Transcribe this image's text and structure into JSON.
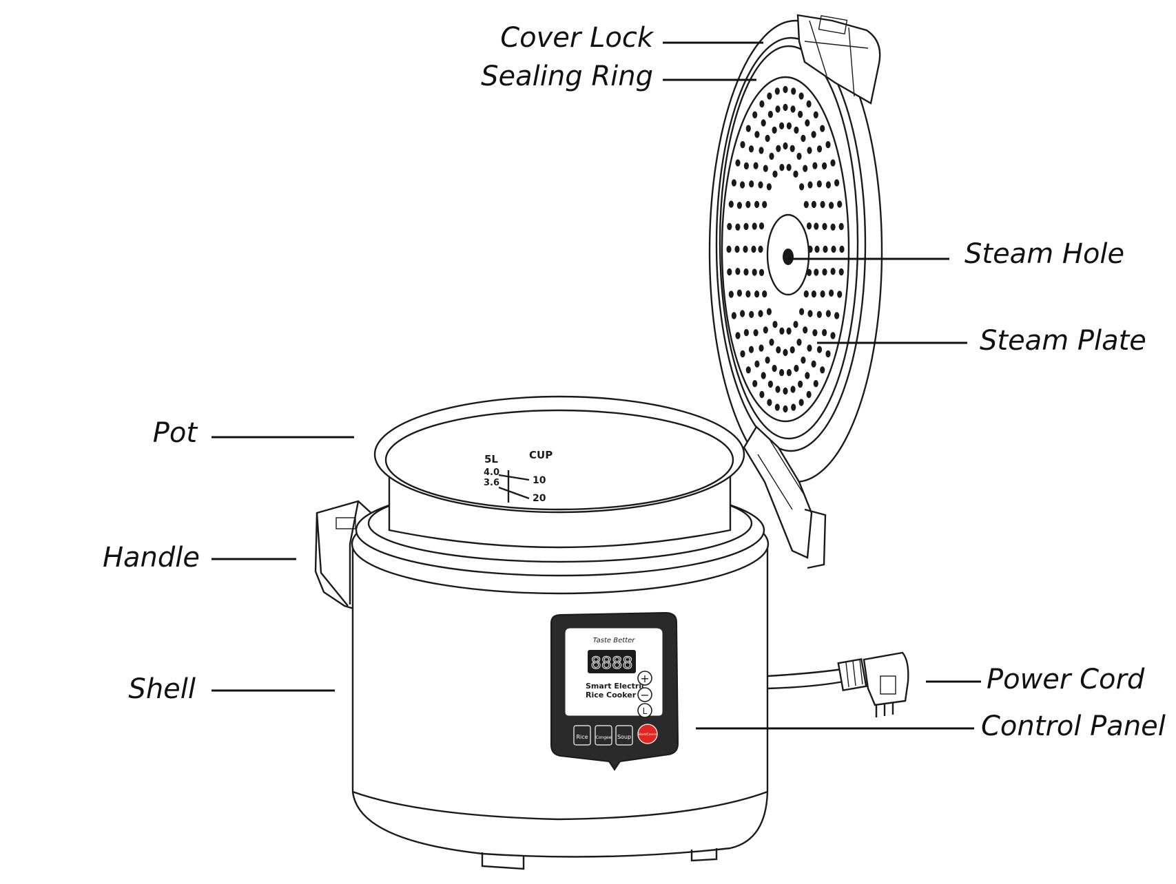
{
  "labels": {
    "cover_lock": "Cover Lock",
    "sealing_ring": "Sealing Ring",
    "steam_hole": "Steam Hole",
    "steam_plate": "Steam Plate",
    "pot": "Pot",
    "handle": "Handle",
    "shell": "Shell",
    "power_cord": "Power Cord",
    "control_panel": "Control Panel"
  },
  "pot_scale": {
    "left_header": "5L",
    "right_header": "CUP",
    "left_marks": [
      "4.0",
      "3.6"
    ],
    "right_marks": [
      "10",
      "20"
    ]
  },
  "panel": {
    "brand": "Taste Better",
    "display": "8888",
    "product_line1": "Smart Electric",
    "product_line2": "Rice Cooker",
    "plus": "+",
    "minus": "−",
    "timer": "L",
    "buttons": [
      "Rice",
      "Congee",
      "Soup"
    ],
    "start_label": "Start/Cancel"
  },
  "colors": {
    "ink": "#1a1a1a",
    "panel_body": "#2a2a2a",
    "start_button": "#e0271f"
  }
}
